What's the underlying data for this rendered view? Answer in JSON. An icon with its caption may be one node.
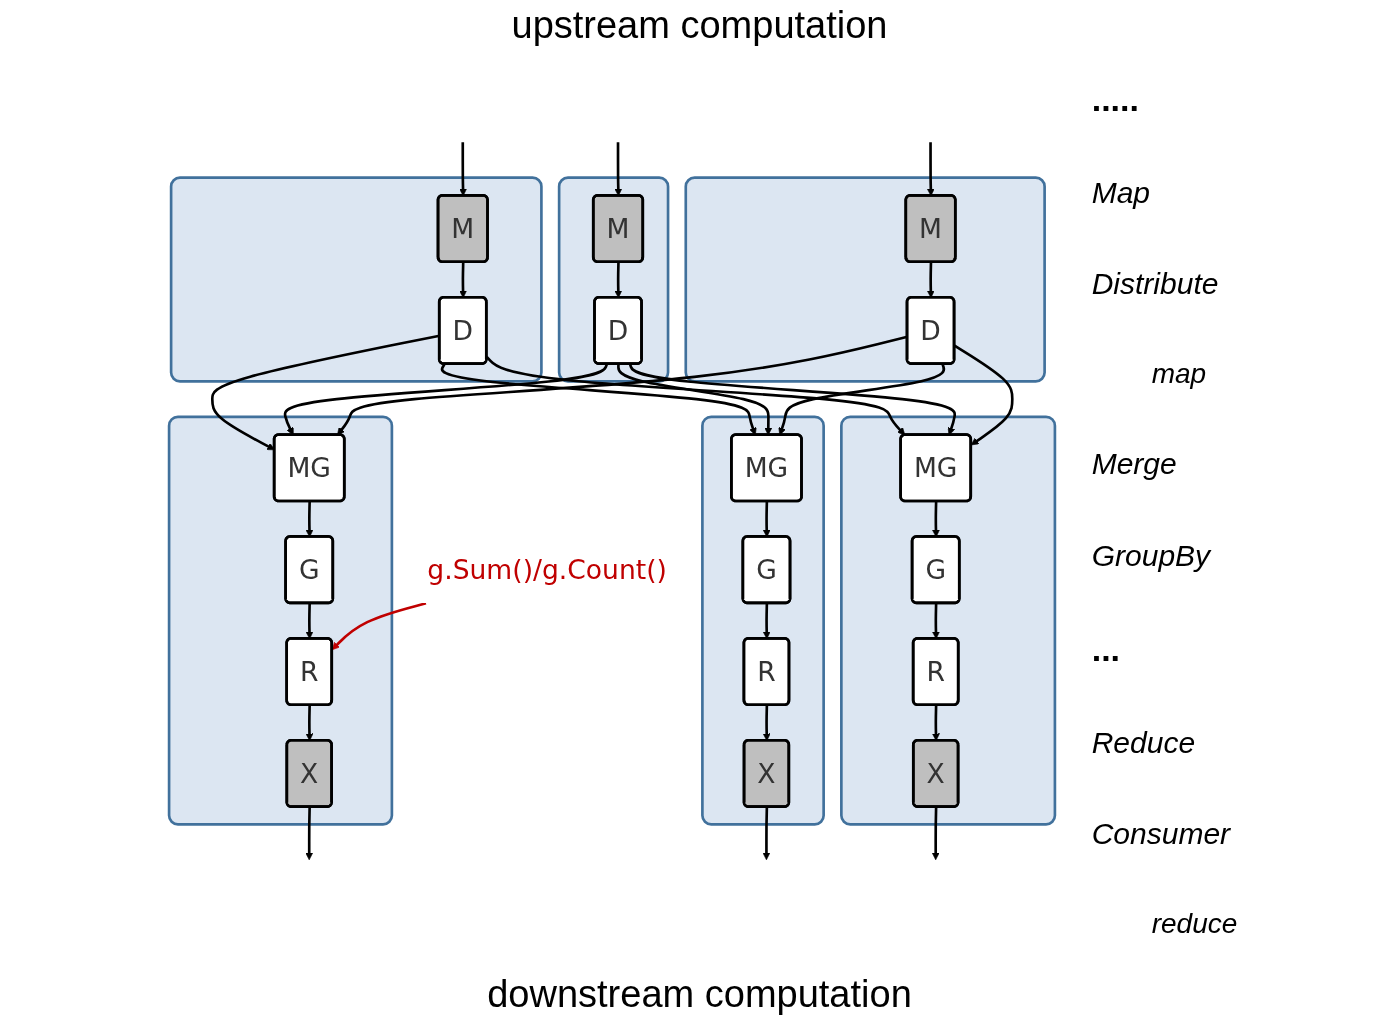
{
  "diagram": {
    "nodes": [
      {
        "text": [],
        "shape": "box"
      },
      {
        "text": [
          "M"
        ],
        "in": 0
      },
      {
        "text": [
          "D"
        ],
        "in": 0
      },
      {
        "text": [],
        "shape": "box"
      },
      {
        "text": [
          "M"
        ],
        "in": 3
      },
      {
        "text": [
          "D"
        ],
        "in": 3
      },
      {
        "text": [],
        "shape": "box"
      },
      {
        "text": [
          "M"
        ],
        "in": 6
      },
      {
        "text": [
          "D"
        ],
        "in": 6
      },
      {
        "text": [],
        "shape": "box"
      },
      {
        "text": [
          "MG"
        ],
        "in": 9
      },
      {
        "text": [
          "G"
        ],
        "in": 9
      },
      {
        "text": [
          "R"
        ],
        "in": 9
      },
      {
        "text": [
          "X"
        ],
        "in": 9
      },
      {
        "text": [],
        "shape": "box"
      },
      {
        "text": [
          "MG"
        ],
        "in": 14
      },
      {
        "text": [
          "G"
        ],
        "in": 14
      },
      {
        "text": [
          "R"
        ],
        "in": 14
      },
      {
        "text": [
          "X"
        ],
        "in": 14
      },
      {
        "text": [],
        "shape": "box"
      },
      {
        "text": [
          "MG"
        ],
        "in": 19
      },
      {
        "text": [
          "G"
        ],
        "in": 19
      },
      {
        "text": [
          "R"
        ],
        "in": 19
      },
      {
        "text": [
          "X"
        ],
        "in": 19
      },
      {
        "text": [
          "g.Sum()/g.Count()"
        ]
      }
    ],
    "edges": [
      {
        "from": null,
        "to": 1,
        "arrow": "to"
      },
      {
        "from": null,
        "to": 4,
        "arrow": "to"
      },
      {
        "from": null,
        "to": 7,
        "arrow": "to"
      },
      {
        "from": 1,
        "to": 2,
        "arrow": "to"
      },
      {
        "from": 4,
        "to": 5,
        "arrow": "to"
      },
      {
        "from": 7,
        "to": 8,
        "arrow": "to"
      },
      {
        "from": 2,
        "to": 10,
        "arrow": "to"
      },
      {
        "from": 2,
        "to": 15,
        "arrow": "to"
      },
      {
        "from": 2,
        "to": 20,
        "arrow": "to"
      },
      {
        "from": 5,
        "to": 10,
        "arrow": "to"
      },
      {
        "from": 5,
        "to": 15,
        "arrow": "to"
      },
      {
        "from": 5,
        "to": 20,
        "arrow": "to"
      },
      {
        "from": 8,
        "to": 10,
        "arrow": "to"
      },
      {
        "from": 8,
        "to": 15,
        "arrow": "to"
      },
      {
        "from": 8,
        "to": 20,
        "arrow": "to"
      },
      {
        "from": 10,
        "to": 11,
        "arrow": "to"
      },
      {
        "from": 11,
        "to": 12,
        "arrow": "to"
      },
      {
        "from": 12,
        "to": 13,
        "arrow": "to"
      },
      {
        "from": 13,
        "to": null,
        "arrow": "to"
      },
      {
        "from": 15,
        "to": 16,
        "arrow": "to"
      },
      {
        "from": 16,
        "to": 17,
        "arrow": "to"
      },
      {
        "from": 17,
        "to": 18,
        "arrow": "to"
      },
      {
        "from": 18,
        "to": null,
        "arrow": "to"
      },
      {
        "from": 20,
        "to": 21,
        "arrow": "to"
      },
      {
        "from": 21,
        "to": 22,
        "arrow": "to"
      },
      {
        "from": 22,
        "to": 23,
        "arrow": "to"
      },
      {
        "from": 23,
        "to": null,
        "arrow": "to"
      },
      {
        "from": 24,
        "to": 12,
        "arrow": "to",
        "color": "#c00000"
      }
    ],
    "labels": [
      "upstream computation",
      ".....",
      "Map",
      "Distribute",
      "map",
      "Merge",
      "GroupBy",
      "...",
      "Reduce",
      "Consumer",
      "reduce",
      "downstream computation"
    ]
  }
}
